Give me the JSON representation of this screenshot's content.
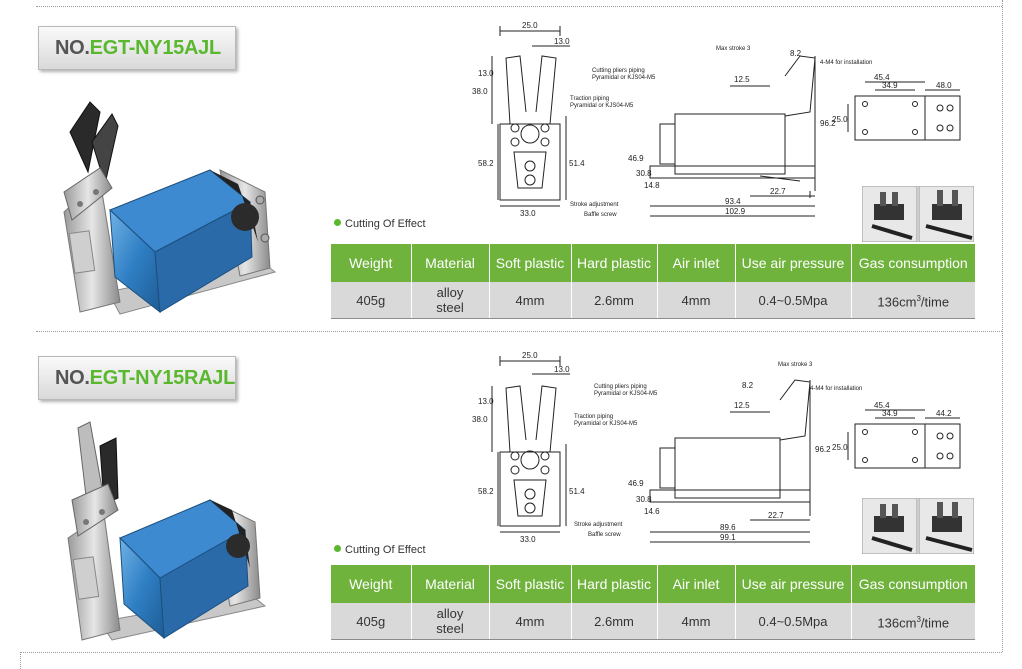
{
  "sections": [
    {
      "model_prefix": "NO.",
      "model_code": "EGT-NY15AJL",
      "effect_label": "Cutting Of Effect",
      "table": {
        "headers": [
          "Weight",
          "Material",
          "Soft plastic",
          "Hard plastic",
          "Air inlet",
          "Use air pressure",
          "Gas consumption"
        ],
        "weight": "405g",
        "material_line1": "alloy",
        "material_line2": "steel",
        "soft_plastic": "4mm",
        "hard_plastic": "2.6mm",
        "air_inlet": "4mm",
        "air_pressure": "0.4~0.5Mpa",
        "gas_value": "136cm",
        "gas_exp": "3",
        "gas_unit": "/time"
      },
      "drawing": {
        "front": {
          "width_top": "25.0",
          "jaw": "13.0",
          "h1": "38.0",
          "h2": "13.0",
          "h3": "58.2",
          "h4": "51.4",
          "base": "33.0"
        },
        "side": {
          "max_stroke": "Max stroke 3",
          "stroke_top": "8.2",
          "cutting_piping": "Cutting pliers piping",
          "cutting_piping2": "Pyramidal or KJS04-M5",
          "traction_piping": "Traction piping",
          "traction_piping2": "Pyramidal or KJS04-M5",
          "d1": "12.5",
          "d2": "96.2",
          "d3": "46.9",
          "d4": "30.8",
          "d5": "14.8",
          "d6": "22.7",
          "d7": "93.4",
          "d8": "102.9",
          "stroke_adj": "Stroke adjustment",
          "baffle": "Baffle screw"
        },
        "top": {
          "install": "4-M4 for installation",
          "t1": "45.4",
          "t2": "34.9",
          "t3": "48.0",
          "t4": "25.0"
        }
      }
    },
    {
      "model_prefix": "NO.",
      "model_code": "EGT-NY15RAJL",
      "effect_label": "Cutting Of Effect",
      "table": {
        "headers": [
          "Weight",
          "Material",
          "Soft plastic",
          "Hard plastic",
          "Air inlet",
          "Use air pressure",
          "Gas consumption"
        ],
        "weight": "405g",
        "material_line1": "alloy",
        "material_line2": "steel",
        "soft_plastic": "4mm",
        "hard_plastic": "2.6mm",
        "air_inlet": "4mm",
        "air_pressure": "0.4~0.5Mpa",
        "gas_value": "136cm",
        "gas_exp": "3",
        "gas_unit": "/time"
      },
      "drawing": {
        "front": {
          "width_top": "25.0",
          "jaw": "13.0",
          "h1": "38.0",
          "h2": "13.0",
          "h3": "58.2",
          "h4": "51.4",
          "base": "33.0"
        },
        "side": {
          "max_stroke": "Max stroke 3",
          "stroke_top": "8.2",
          "cutting_piping": "Cutting pliers piping",
          "cutting_piping2": "Pyramidal or KJS04-M5",
          "traction_piping": "Traction piping",
          "traction_piping2": "Pyramidal or KJS04-M5",
          "d1": "12.5",
          "d2": "96.2",
          "d3": "46.9",
          "d4": "30.8",
          "d5": "14.6",
          "d6": "22.7",
          "d7": "89.6",
          "d8": "99.1",
          "stroke_adj": "Stroke adjustment",
          "baffle": "Baffle screw"
        },
        "top": {
          "install": "4-M4 for installation",
          "t1": "45.4",
          "t2": "34.9",
          "t3": "44.2",
          "t4": "25.0"
        }
      }
    }
  ]
}
